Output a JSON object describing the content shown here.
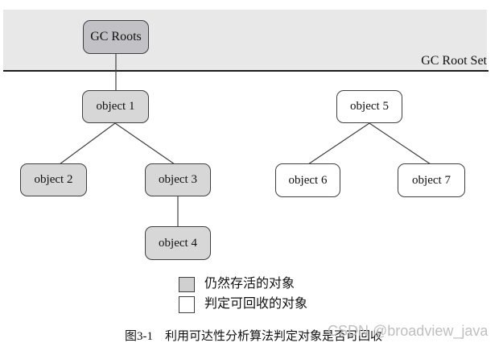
{
  "diagram": {
    "root_set_label": "GC Root Set",
    "nodes": [
      {
        "id": "gc-roots",
        "label": "GC Roots",
        "type": "root"
      },
      {
        "id": "object-1",
        "label": "object 1",
        "type": "alive"
      },
      {
        "id": "object-2",
        "label": "object 2",
        "type": "alive"
      },
      {
        "id": "object-3",
        "label": "object 3",
        "type": "alive"
      },
      {
        "id": "object-4",
        "label": "object 4",
        "type": "alive"
      },
      {
        "id": "object-5",
        "label": "object 5",
        "type": "collectable"
      },
      {
        "id": "object-6",
        "label": "object 6",
        "type": "collectable"
      },
      {
        "id": "object-7",
        "label": "object 7",
        "type": "collectable"
      }
    ],
    "edges": [
      [
        "gc-roots",
        "object-1"
      ],
      [
        "object-1",
        "object-2"
      ],
      [
        "object-1",
        "object-3"
      ],
      [
        "object-3",
        "object-4"
      ],
      [
        "object-5",
        "object-6"
      ],
      [
        "object-5",
        "object-7"
      ]
    ]
  },
  "legend": {
    "items": [
      {
        "swatch": "gray",
        "label": "仍然存活的对象"
      },
      {
        "swatch": "white",
        "label": "判定可回收的对象"
      }
    ]
  },
  "caption": "图3-1　利用可达性分析算法判定对象是否可回收",
  "watermark": "CSDN @broadview_java",
  "colors": {
    "band": "#e8e8e8",
    "line": "#1c1c1c",
    "border": "#3f3f3f",
    "root-fill": "#c2c2c6",
    "alive-fill": "#d7d7d7",
    "dead-fill": "#ffffff",
    "text": "#111111",
    "watermark": "#bfbfbf"
  }
}
